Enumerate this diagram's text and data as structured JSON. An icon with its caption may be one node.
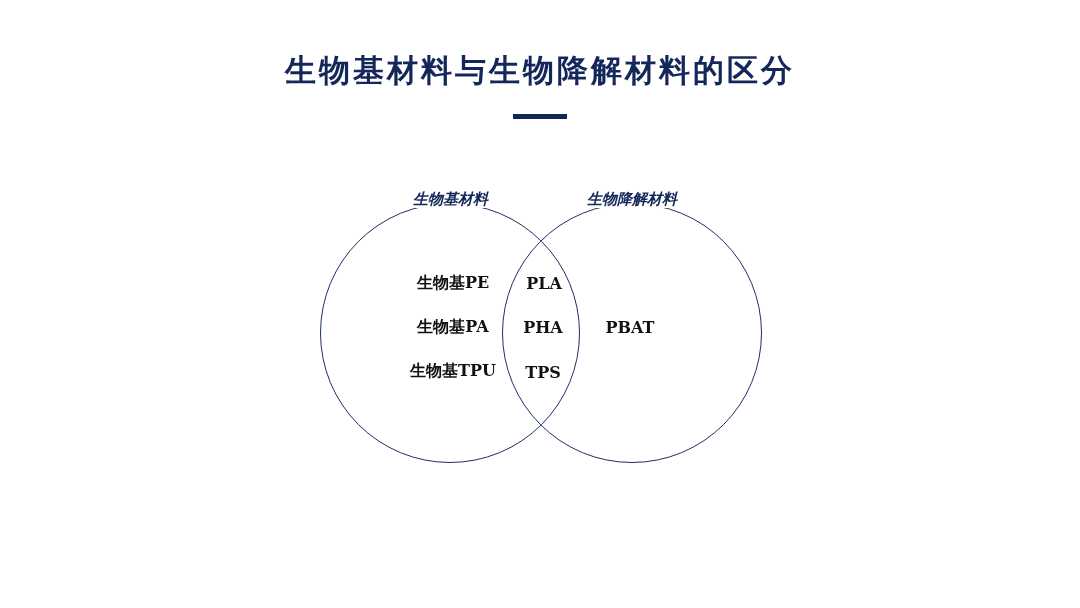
{
  "diagram": {
    "title": "生物基材料与生物降解材料的区分",
    "nodes": [
      {
        "text": [
          "生物基材料"
        ]
      },
      {
        "text": [
          "生物降解材料"
        ]
      }
    ],
    "edges": [],
    "labels": [
      "生物基PE",
      "PLA",
      "生物基PA",
      "PHA",
      "PBAT",
      "生物基TPU",
      "TPS"
    ]
  }
}
